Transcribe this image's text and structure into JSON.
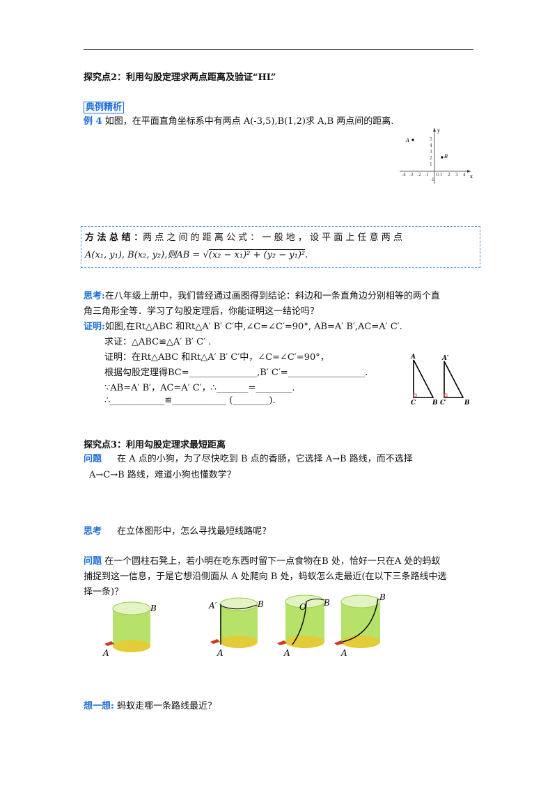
{
  "section2": {
    "title": "探究点2：利用勾股定理求两点距离及验证“HL”",
    "tag": "典例精析",
    "ex_label": "例 4",
    "ex_text": "如图，在平面直角坐标系中有两点 A(-3,5),B(1,2)求 A,B 两点间的距离."
  },
  "graph": {
    "x_label": "x",
    "y_label": "y",
    "point_a": "A",
    "point_b": "B",
    "x_ticks": [
      "-4",
      "-3",
      "-2",
      "-1",
      "O",
      "1",
      "2",
      "3",
      "4"
    ],
    "y_ticks": [
      "5",
      "4",
      "3",
      "2",
      "1",
      "-1"
    ]
  },
  "summary": {
    "label": "方 法 总 结 ：",
    "text": "两 点 之 间 的 距 离 公 式 ： 一 般 地 ， 设 平 面 上 任 意 两 点",
    "formula_points": "A(x₁, y₁), B(x₂, y₂),",
    "formula_then": "则AB =",
    "formula_radicand": "(x₂ − x₁)² + (y₂ − y₁)²",
    "formula_end": "."
  },
  "think1": {
    "label": "思考:",
    "line1": "在八年级上册中，我们曾经通过画图得到结论：斜边和一条直角边分别相等的两个直",
    "line2": "角三角形全等．学习了勾股定理后，你能证明这一结论吗？"
  },
  "proof": {
    "label": "证明:",
    "line1": "如图,在Rt△ABC 和Rt△A′ B′ C′中,∠C=∠C′=90°, AB=A′ B′,AC=A′ C′.",
    "line2": "求证：△ABC≌△A′ B′ C′ .",
    "line3": "证明：在Rt△ABC 和Rt△A′ B′ C′中，∠C=∠C′=90°，",
    "line4": "根据勾股定理得BC=_______________,B′ C′=_________________.",
    "line5": "∵AB=A′ B′，AC=A′ C′，∴_______=________.",
    "line6": "∴____________≌____________   (________)."
  },
  "triangles": {
    "t1": {
      "a": "A",
      "b": "B",
      "c": "C"
    },
    "t2": {
      "a": "A′",
      "b": "B",
      "c": "C′"
    }
  },
  "section3": {
    "title": "探究点3：利用勾股定理求最短距离",
    "q_label": "问题",
    "q_line1": "在  A  点的小狗，为了尽快吃到  B  点的香肠，它选择 A→B 路线，而不选择",
    "q_line2": "A→C→B  路线，难道小狗也懂数学？",
    "think_label": "思考",
    "think_text": "在立体图形中，怎么寻找最短线路呢？",
    "q2_label": "问题",
    "q2_line1": "在一个圆柱石凳上，若小明在吃东西时留下一点食物在B 处，恰好一只在A 处的蚂蚁",
    "q2_line2": "捕捉到这一信息，于是它想沿侧面从 A 处爬向 B 处，蚂蚁怎么走最近(在以下三条路线中选",
    "q2_line3": "择一条)？"
  },
  "cylinders": [
    {
      "top": "B",
      "bottom": "A"
    },
    {
      "top_left": "A′",
      "top": "B",
      "bottom": "A"
    },
    {
      "top": "O",
      "top_right": "B",
      "bottom": "A"
    },
    {
      "top": "B",
      "bottom": "A"
    }
  ],
  "think_more": {
    "label": "想一想:",
    "text": "蚂蚁走哪一条路线最近？"
  },
  "colors": {
    "accent": "#1f6fd6",
    "cyl_side": "#b6e26a",
    "cyl_bottom": "#e2cc3a",
    "cyl_top": "#e3f3c4"
  }
}
